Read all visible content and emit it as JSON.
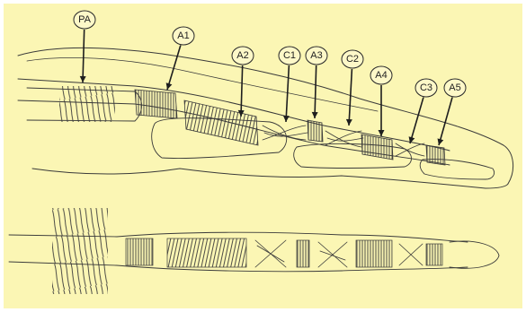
{
  "colors": {
    "paper": "#fbf6b4",
    "ink": "#3a3a3a",
    "label_fill": "#fdf8c8"
  },
  "labels": [
    {
      "id": "pa",
      "text": "PA"
    },
    {
      "id": "a1",
      "text": "A1"
    },
    {
      "id": "a2",
      "text": "A2"
    },
    {
      "id": "c1",
      "text": "C1"
    },
    {
      "id": "a3",
      "text": "A3"
    },
    {
      "id": "c2",
      "text": "C2"
    },
    {
      "id": "a4",
      "text": "A4"
    },
    {
      "id": "c3",
      "text": "C3"
    },
    {
      "id": "a5",
      "text": "A5"
    }
  ]
}
